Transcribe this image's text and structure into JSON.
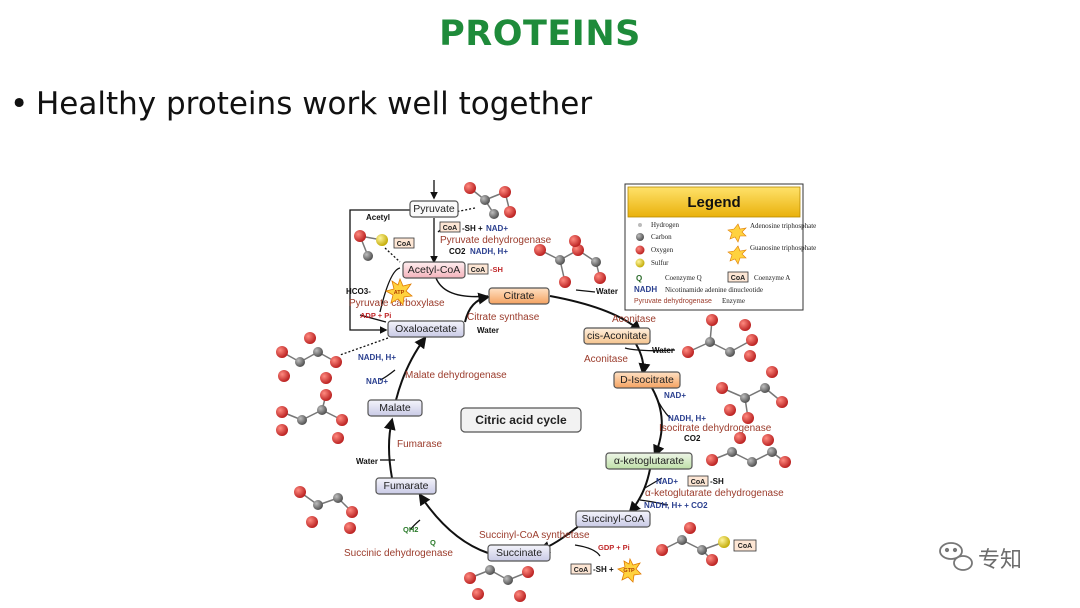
{
  "slide": {
    "title": "PROTEINS",
    "bullet": "Healthy proteins work well together"
  },
  "diagram": {
    "center_label": "Citric acid cycle",
    "metabolites": {
      "pyruvate": "Pyruvate",
      "acetyl_coa": "Acetyl-CoA",
      "citrate": "Citrate",
      "cis_aconitate": "cis-Aconitate",
      "d_isocitrate": "D-Isocitrate",
      "a_ketoglutarate": "α-ketoglutarate",
      "succinyl_coa": "Succinyl-CoA",
      "succinate": "Succinate",
      "fumarate": "Fumarate",
      "malate": "Malate",
      "oxaloacetate": "Oxaloacetate"
    },
    "enzymes": {
      "pyruvate_dh": "Pyruvate dehydrogenase",
      "pyruvate_carboxylase": "Pyruvate carboxylase",
      "citrate_synthase": "Citrate synthase",
      "aconitase_1": "Aconitase",
      "aconitase_2": "Aconitase",
      "isocitrate_dh": "Isocitrate dehydrogenase",
      "akg_dh": "α-ketoglutarate dehydrogenase",
      "succinyl_coa_synthetase": "Succinyl-CoA synthetase",
      "succinic_dh": "Succinic dehydrogenase",
      "fumarase": "Fumarase",
      "malate_dh": "Malate dehydrogenase"
    },
    "cofactors": {
      "acetyl": "Acetyl",
      "coa": "CoA",
      "sh": "SH",
      "nad_plus": "NAD+",
      "co2": "CO2",
      "nadh_h": "NADH, H+",
      "hco3": "HCO3-",
      "adp_pi": "ADP + Pi",
      "water": "Water",
      "gdp_pi": "GDP + Pi",
      "nadh_co2": "NADH, H+ + CO2",
      "qh2": "QH2",
      "q": "Q",
      "atp": "ATP",
      "gtp": "GTP"
    },
    "legend": {
      "title": "Legend",
      "hydrogen": "Hydrogen",
      "carbon": "Carbon",
      "oxygen": "Oxygen",
      "sulfur": "Sulfur",
      "atp": "Adenosine triphosphate",
      "gtp": "Guanosine triphosphate",
      "q_symbol": "Q",
      "q_label": "Coenzyme Q",
      "coa_symbol": "CoA",
      "coa_label": "Coenzyme A",
      "nadh_symbol": "NADH",
      "nadh_label": "Nicotinamide adenine dinucleotide",
      "enzyme_example": "Pyruvate dehydrogenase",
      "enzyme_label": "Enzyme"
    },
    "colors": {
      "title_green": "#1e8b3a",
      "enzyme_red": "#9b3b2b",
      "cofactor_blue": "#2a3f8f",
      "oxygen_red": "#d62a28",
      "carbon_grey": "#6b6b6b",
      "legend_gold": "#f3c21a"
    }
  },
  "watermark": {
    "text": "专知"
  }
}
